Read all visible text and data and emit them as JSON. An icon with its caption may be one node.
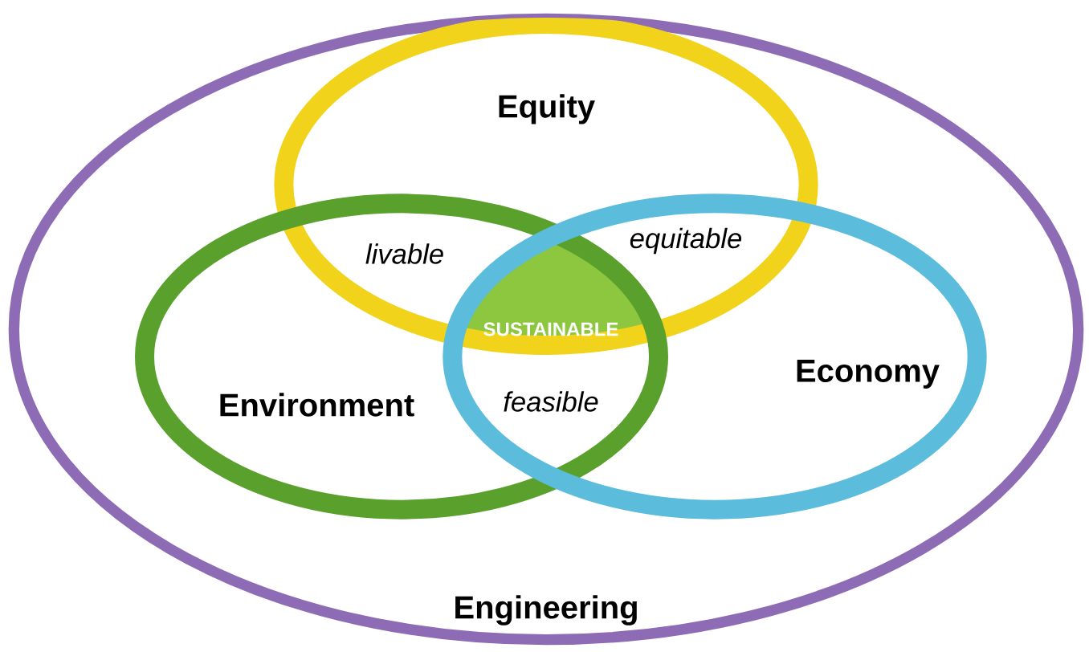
{
  "diagram": {
    "nodes": [
      {
        "text": [
          "Engineering"
        ]
      },
      {
        "text": [
          "Equity"
        ],
        "in": 0
      },
      {
        "text": [
          "Environment"
        ],
        "in": 0
      },
      {
        "text": [
          "Economy"
        ],
        "in": 0
      }
    ],
    "labels": [
      "livable",
      "equitable",
      "SUSTAINABLE",
      "feasible"
    ]
  }
}
